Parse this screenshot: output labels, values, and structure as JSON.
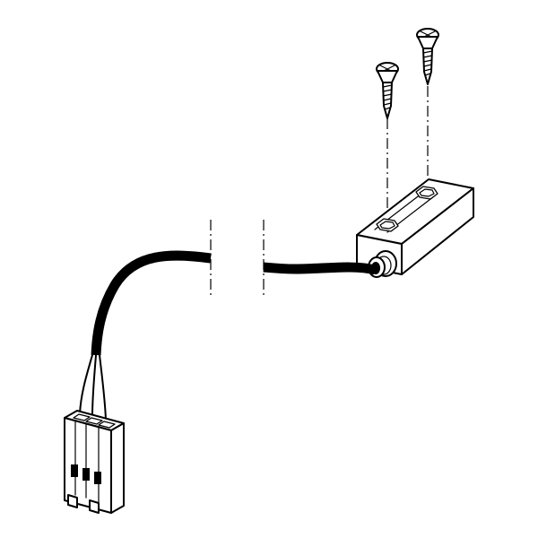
{
  "diagram": {
    "parts": [
      {
        "name": "screw-left",
        "icon": "phillips-screw-icon"
      },
      {
        "name": "screw-right",
        "icon": "phillips-screw-icon"
      },
      {
        "name": "sensor-housing",
        "icon": "rectangular-sensor-icon"
      },
      {
        "name": "cable",
        "icon": "black-cable-icon"
      },
      {
        "name": "connector",
        "icon": "three-pin-connector-icon"
      }
    ],
    "colors": {
      "background": "#ffffff",
      "line": "#000000",
      "cable": "#000000"
    }
  }
}
